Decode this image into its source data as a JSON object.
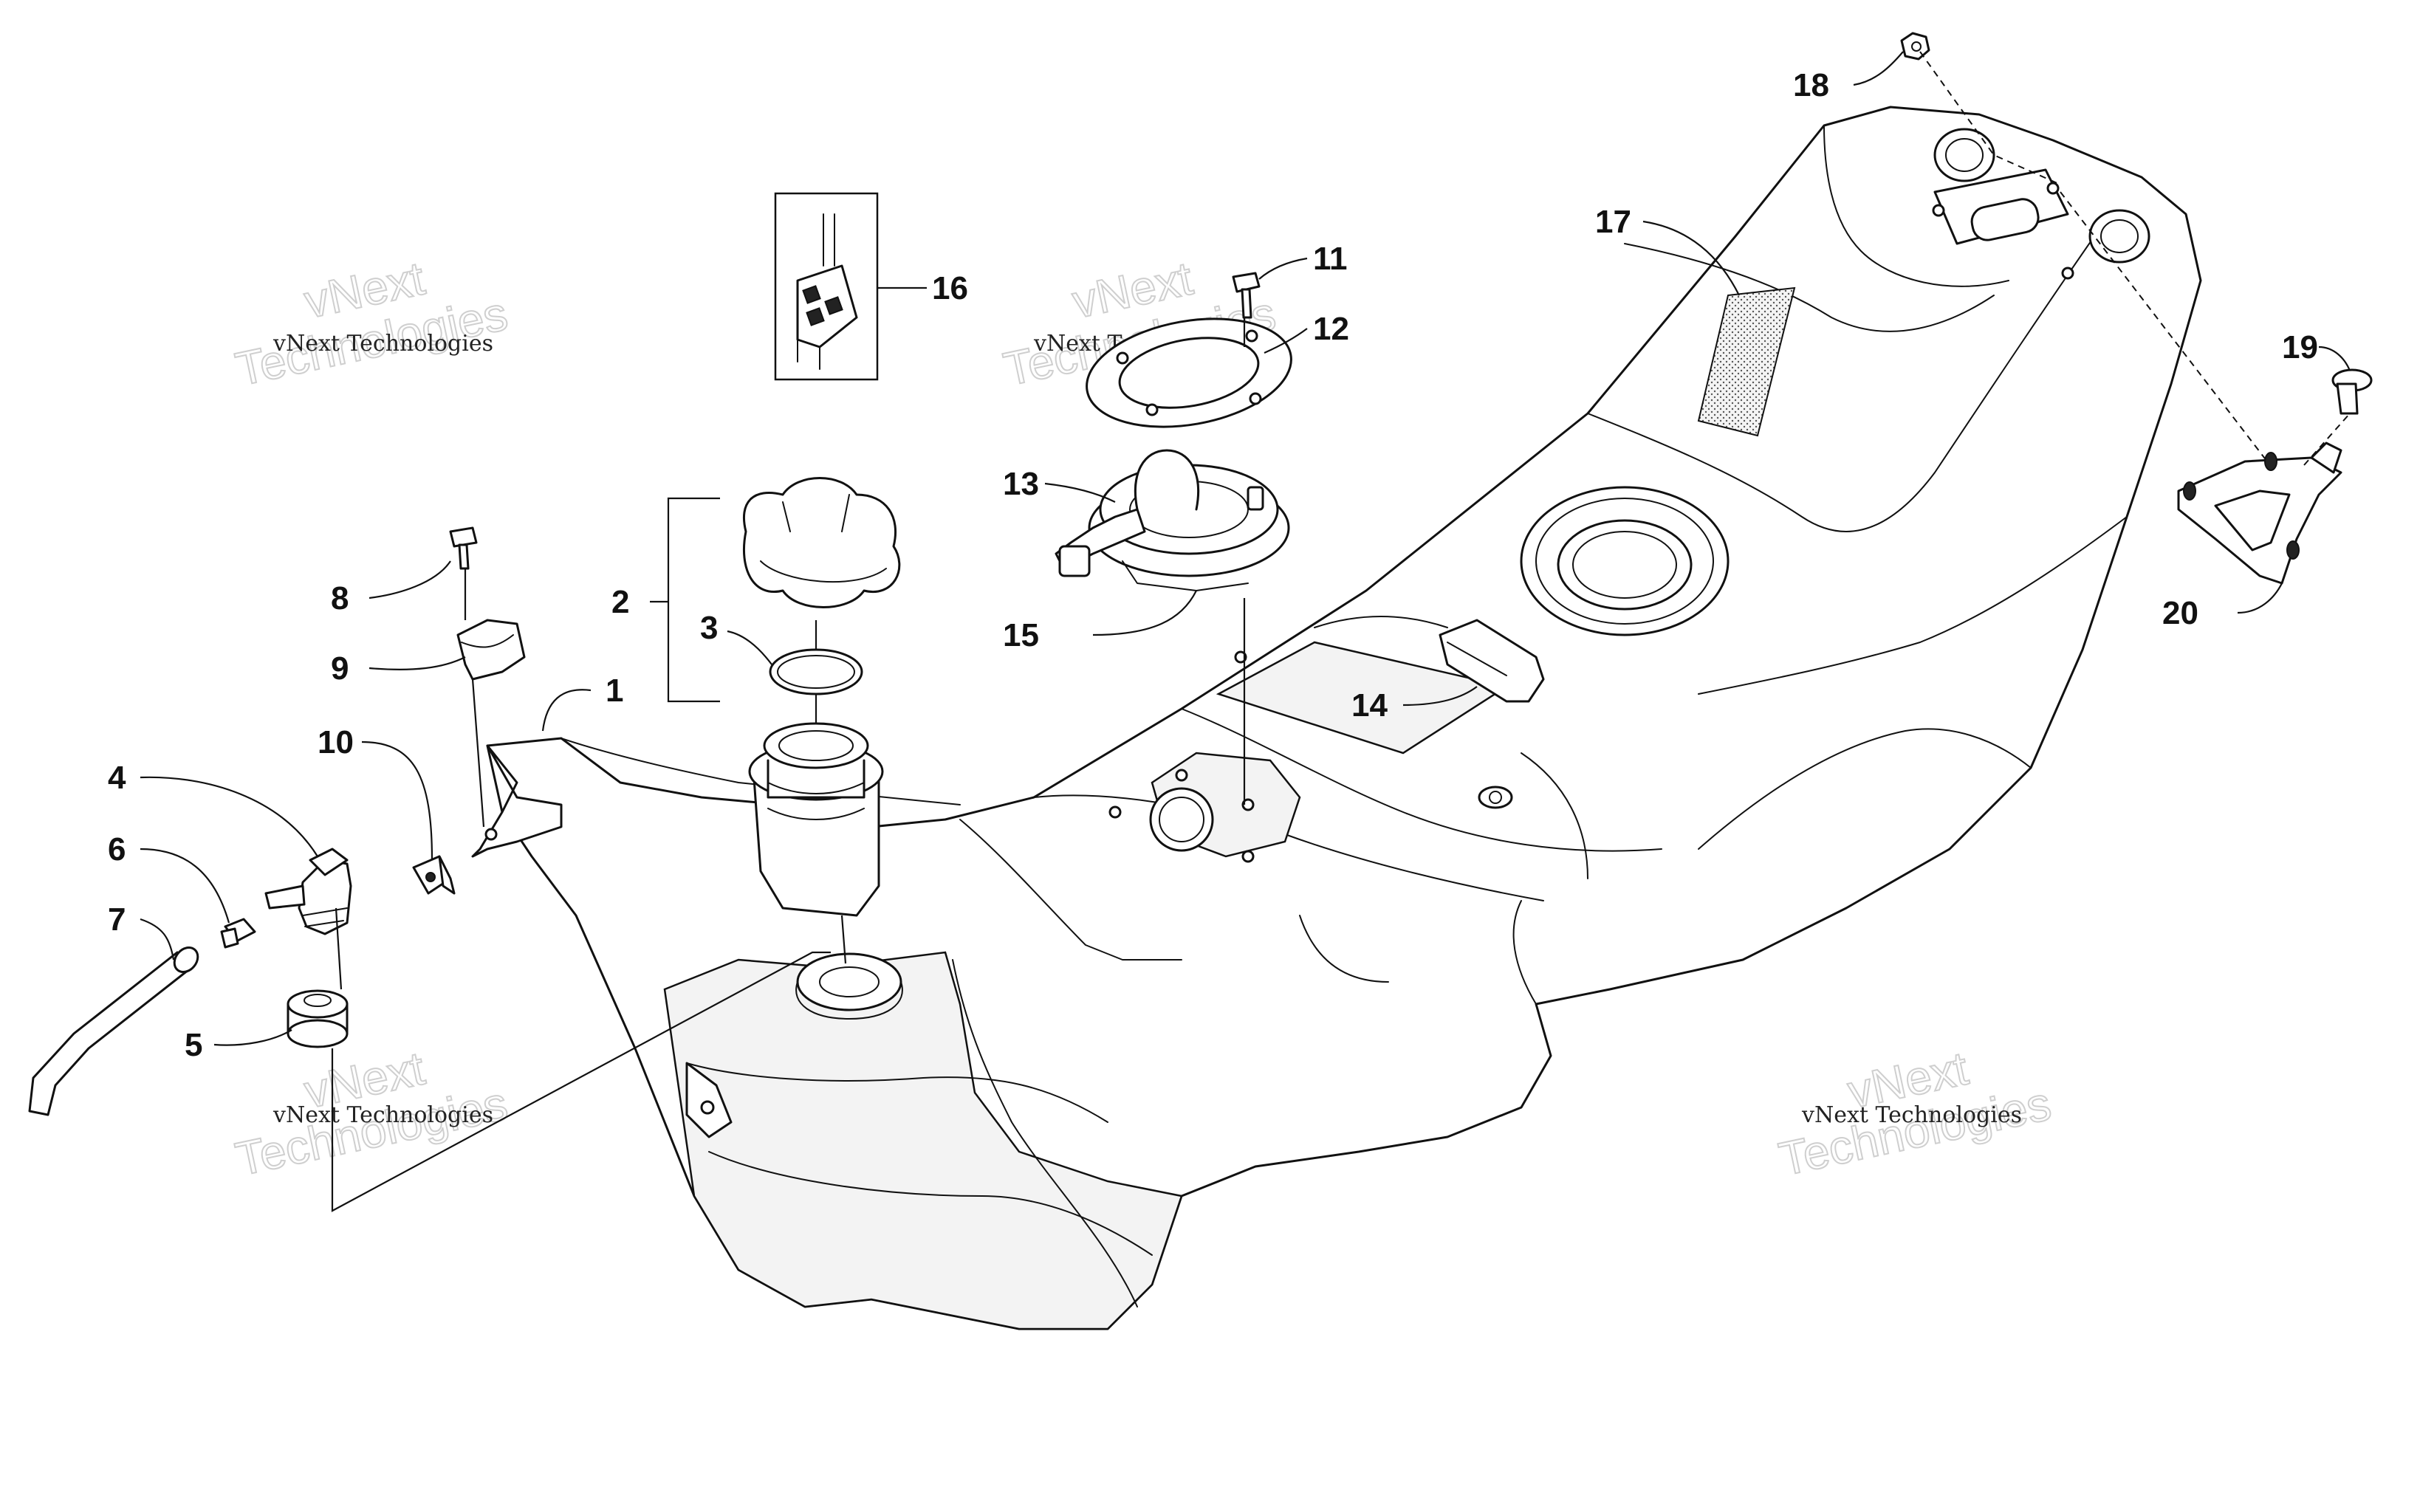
{
  "callouts": [
    {
      "id": "1",
      "label": "1"
    },
    {
      "id": "2",
      "label": "2"
    },
    {
      "id": "3",
      "label": "3"
    },
    {
      "id": "4",
      "label": "4"
    },
    {
      "id": "5",
      "label": "5"
    },
    {
      "id": "6",
      "label": "6"
    },
    {
      "id": "7",
      "label": "7"
    },
    {
      "id": "8",
      "label": "8"
    },
    {
      "id": "9",
      "label": "9"
    },
    {
      "id": "10",
      "label": "10"
    },
    {
      "id": "11",
      "label": "11"
    },
    {
      "id": "12",
      "label": "12"
    },
    {
      "id": "13",
      "label": "13"
    },
    {
      "id": "14",
      "label": "14"
    },
    {
      "id": "15",
      "label": "15"
    },
    {
      "id": "16",
      "label": "16"
    },
    {
      "id": "17",
      "label": "17"
    },
    {
      "id": "18",
      "label": "18"
    },
    {
      "id": "19",
      "label": "19"
    },
    {
      "id": "20",
      "label": "20"
    }
  ],
  "watermark": {
    "line1": "vNext Technologies",
    "big_top": "vNext",
    "big_bottom": "Technologies"
  }
}
